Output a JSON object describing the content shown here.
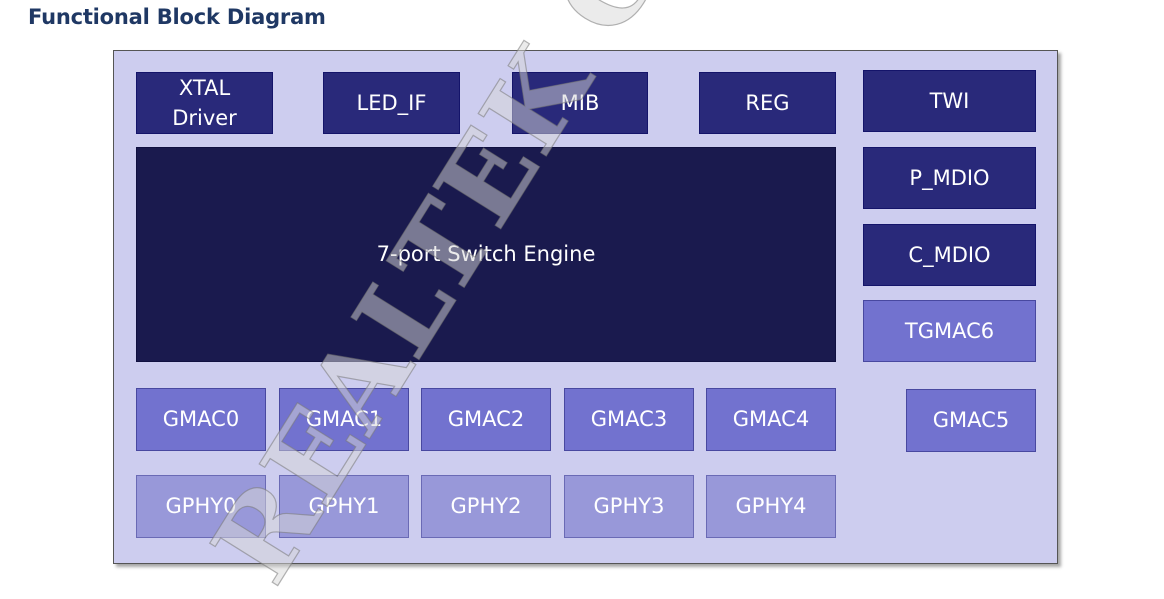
{
  "title": "Functional Block Diagram",
  "blocks": {
    "xtal": "XTAL\nDriver",
    "led_if": "LED_IF",
    "mib": "MIB",
    "reg": "REG",
    "twi": "TWI",
    "engine": "7-port Switch Engine",
    "p_mdio": "P_MDIO",
    "c_mdio": "C_MDIO",
    "tgmac6": "TGMAC6",
    "gmac0": "GMAC0",
    "gmac1": "GMAC1",
    "gmac2": "GMAC2",
    "gmac3": "GMAC3",
    "gmac4": "GMAC4",
    "gmac5": "GMAC5",
    "gphy0": "GPHY0",
    "gphy1": "GPHY1",
    "gphy2": "GPHY2",
    "gphy3": "GPHY3",
    "gphy4": "GPHY4"
  },
  "watermark": "REALTEK CONFIDENTIAL",
  "colors": {
    "background": "#cdcdef",
    "dark_block": "#29297a",
    "engine": "#1a1a4e",
    "gmac_block": "#7272cf",
    "gphy_block": "#9898d9",
    "heading": "#1f3864"
  }
}
